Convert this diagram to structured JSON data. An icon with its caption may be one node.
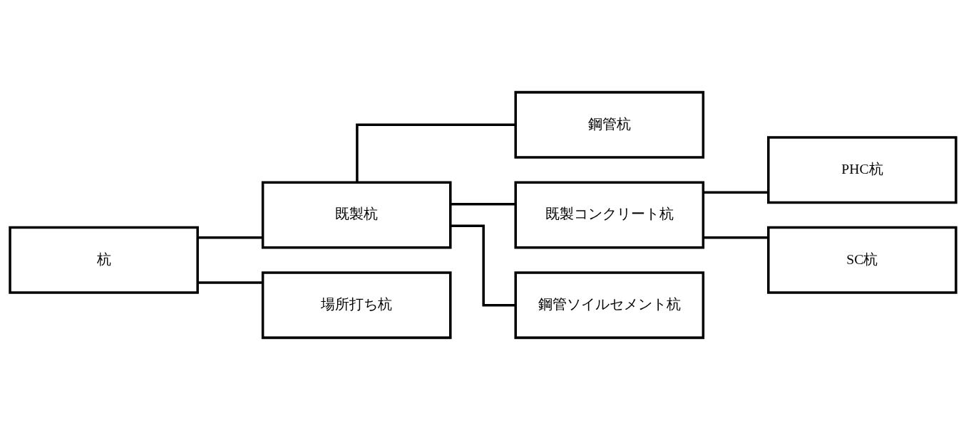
{
  "diagram": {
    "nodes": [
      {
        "text": [
          "杭"
        ]
      },
      {
        "text": [
          "既製杭"
        ]
      },
      {
        "text": [
          "場所打ち杭"
        ]
      },
      {
        "text": [
          "鋼管杭"
        ]
      },
      {
        "text": [
          "既製コンクリート杭"
        ]
      },
      {
        "text": [
          "鋼管ソイルセメント杭"
        ]
      },
      {
        "text": [
          "PHC杭"
        ]
      },
      {
        "text": [
          "SC杭"
        ]
      }
    ],
    "edges": [
      {
        "from": 0,
        "to": 1,
        "arrow": "none"
      },
      {
        "from": 0,
        "to": 2,
        "arrow": "none"
      },
      {
        "from": 1,
        "to": 3,
        "arrow": "none"
      },
      {
        "from": 1,
        "to": 4,
        "arrow": "none"
      },
      {
        "from": 1,
        "to": 5,
        "arrow": "none"
      },
      {
        "from": 4,
        "to": 6,
        "arrow": "none"
      },
      {
        "from": 4,
        "to": 7,
        "arrow": "none"
      }
    ]
  }
}
